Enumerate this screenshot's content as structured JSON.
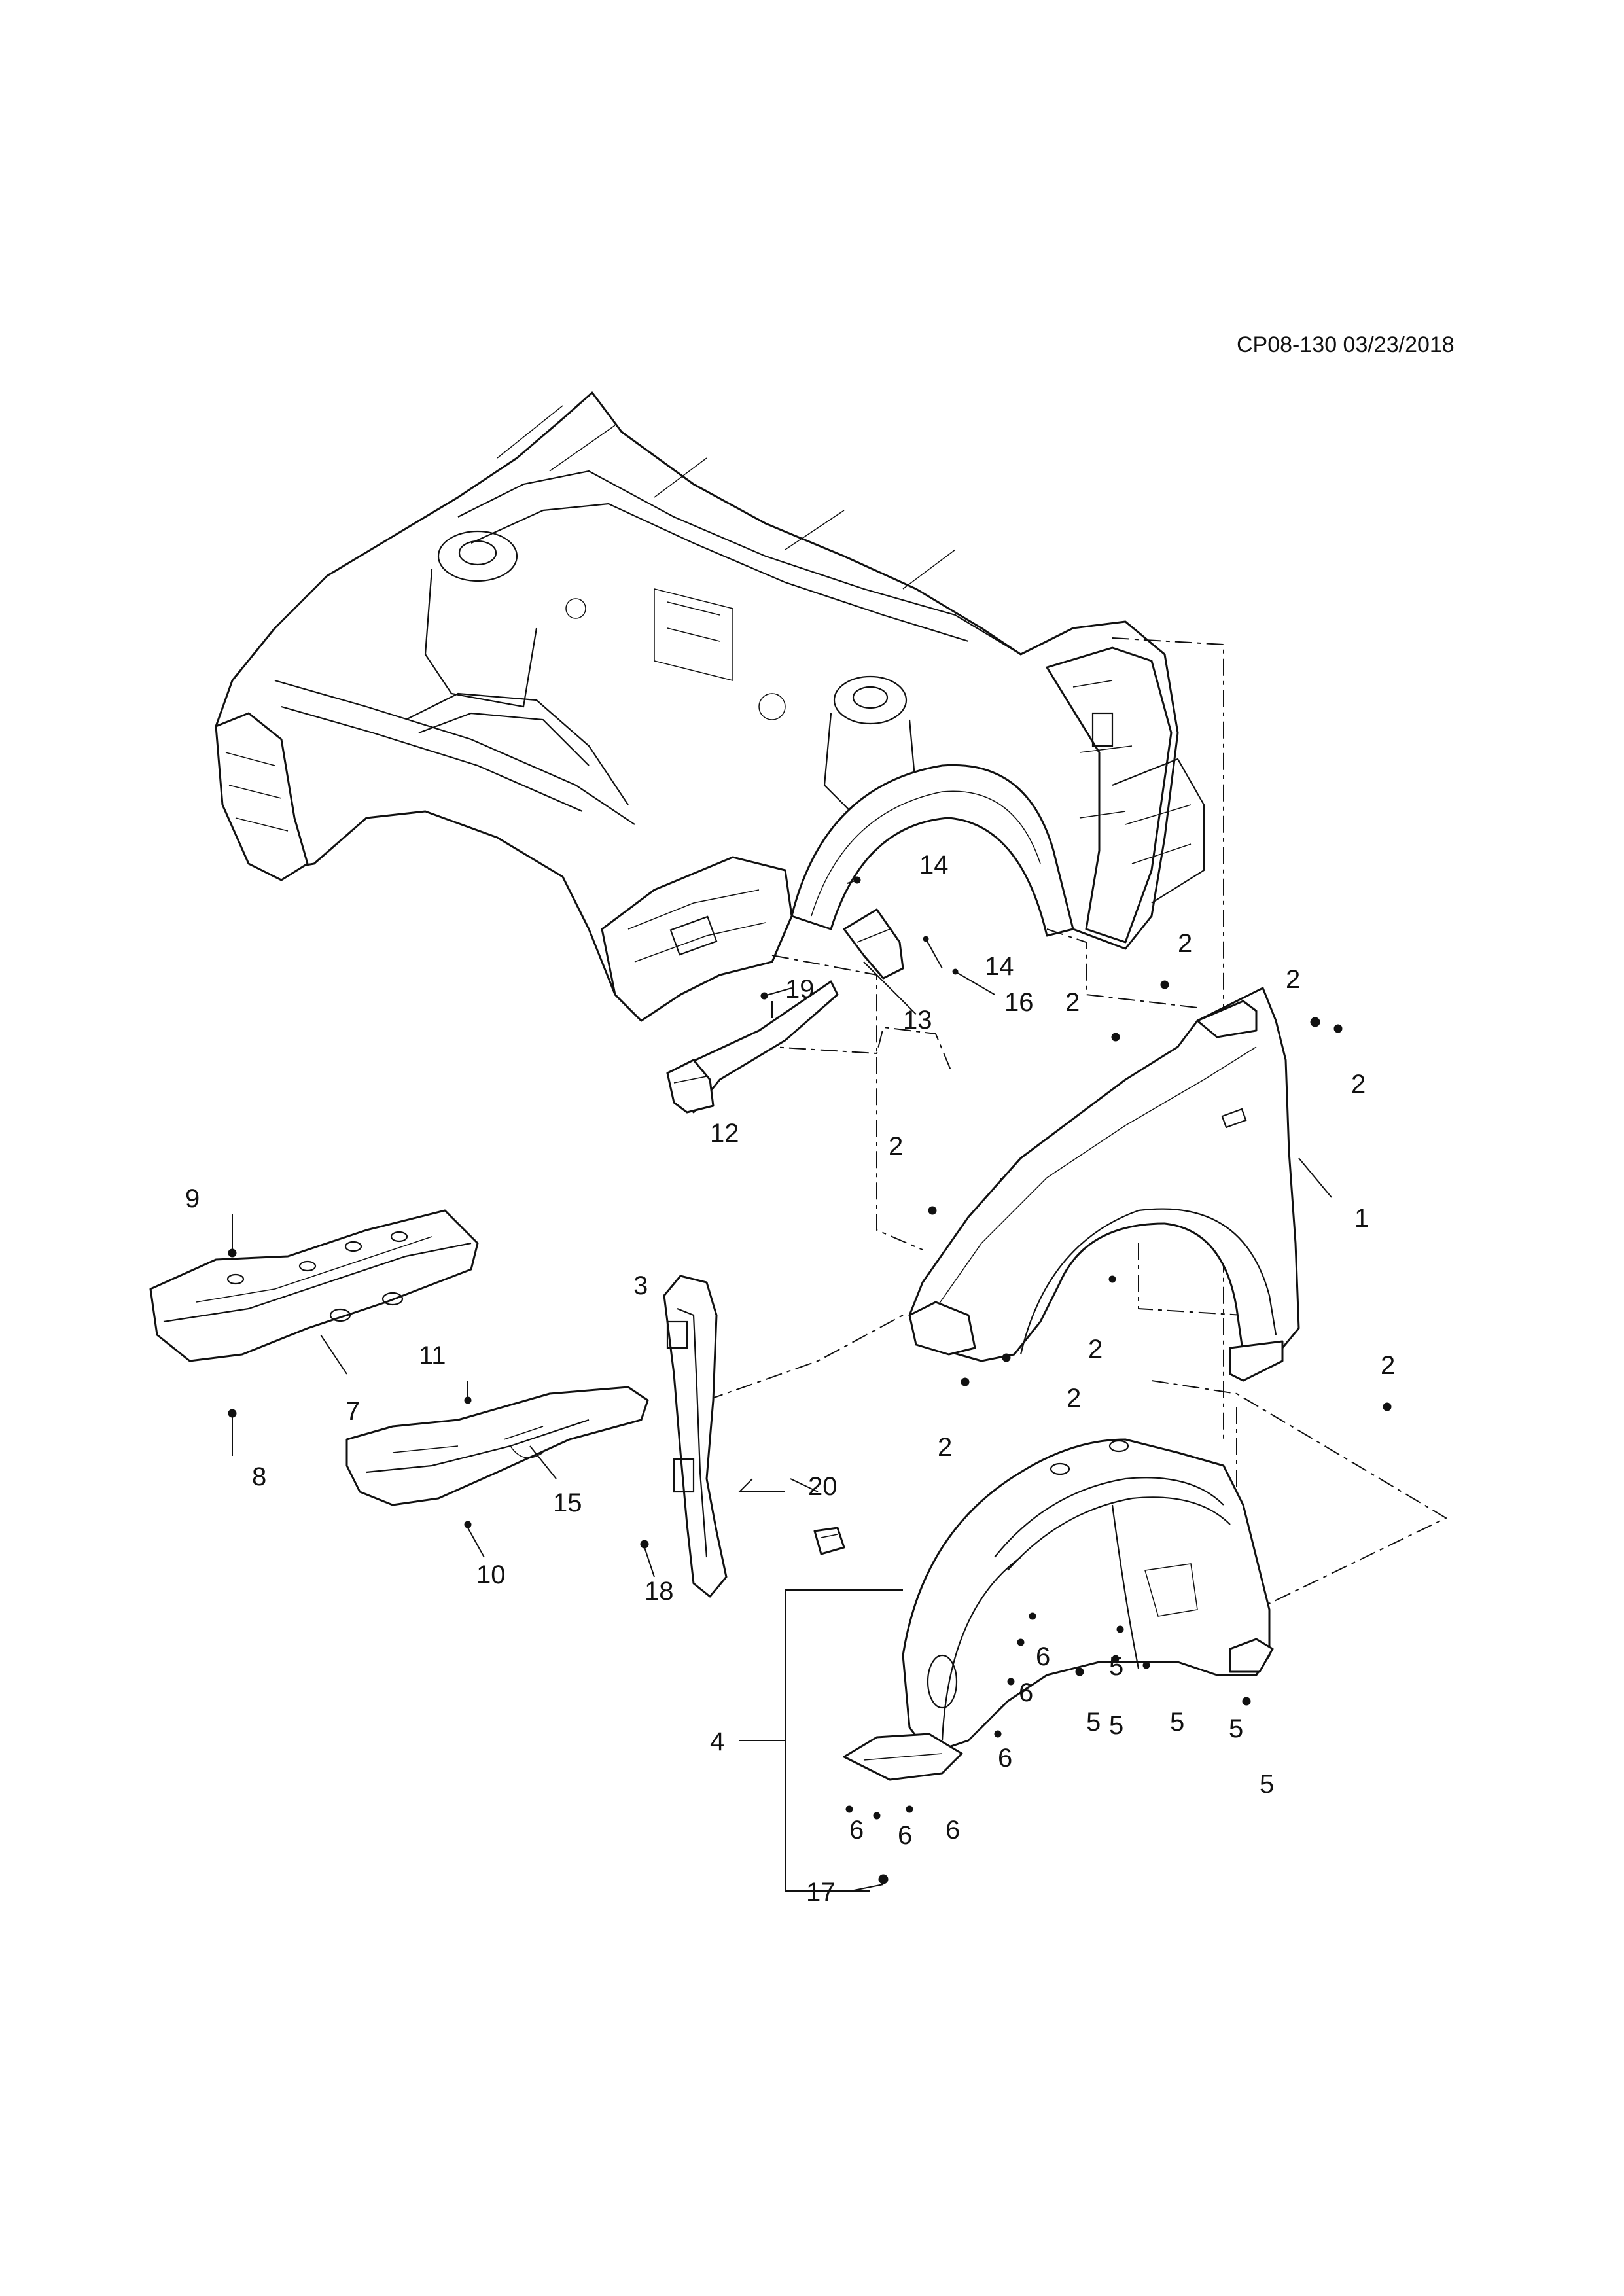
{
  "document": {
    "ref": "CP08-130 03/23/2018"
  },
  "callouts": {
    "c1": "1",
    "c2": "2",
    "c3": "3",
    "c4": "4",
    "c5": "5",
    "c6": "6",
    "c7": "7",
    "c8": "8",
    "c9": "9",
    "c10": "10",
    "c11": "11",
    "c12": "12",
    "c13": "13",
    "c14": "14",
    "c15": "15",
    "c16": "16",
    "c17": "17",
    "c18": "18",
    "c19": "19",
    "c20": "20"
  }
}
